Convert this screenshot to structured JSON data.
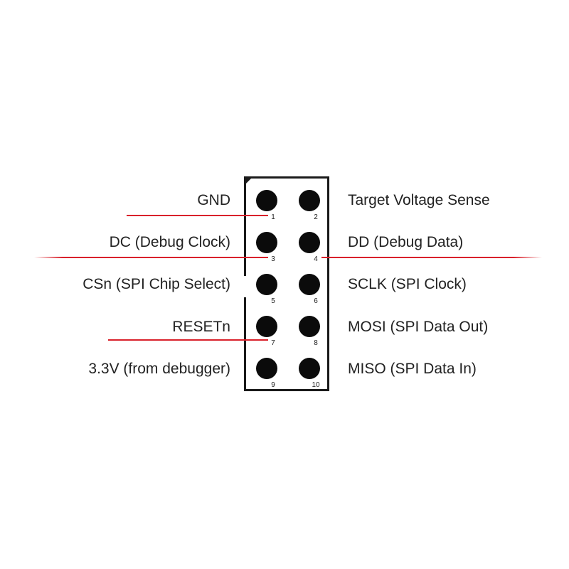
{
  "left_labels": {
    "gnd": "GND",
    "dc": "DC (Debug Clock)",
    "csn": "CSn (SPI Chip Select)",
    "resetn": "RESETn",
    "v33": "3.3V (from debugger)"
  },
  "right_labels": {
    "tvs": "Target Voltage Sense",
    "dd": "DD (Debug Data)",
    "sclk": "SCLK (SPI Clock)",
    "mosi": "MOSI (SPI Data Out)",
    "miso": "MISO (SPI Data In)"
  },
  "pins": [
    "1",
    "2",
    "3",
    "4",
    "5",
    "6",
    "7",
    "8",
    "9",
    "10"
  ],
  "colors": {
    "wire": "#d9212b",
    "pin": "#0b0b0b",
    "outline": "#1a1a1a"
  }
}
